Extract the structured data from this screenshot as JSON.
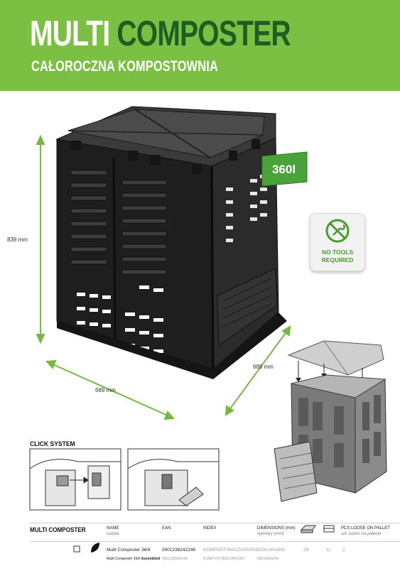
{
  "header": {
    "title_part1": "MULTI",
    "title_part2": "COMPOSTER",
    "subtitle": "CAŁOROCZNA KOMPOSTOWNIA"
  },
  "dimensions": {
    "height": "839 mm",
    "width": "689 mm",
    "depth": "689 mm"
  },
  "badge": {
    "label": "360l"
  },
  "no_tools": {
    "line1": "NO TOOLS",
    "line2": "REQUIRED"
  },
  "click_system": {
    "title": "CLICK SYSTEM"
  },
  "table": {
    "product": "MULTI COMPOSTER",
    "headers": {
      "name": "NAME",
      "name_pl": "nazwa",
      "ean": "EAN",
      "index": "INDEX",
      "dimensions": "DIMENSIONS (mm)",
      "dimensions_pl": "wymiary (mm)",
      "pcs": "PCS LOOSE ON PALLET",
      "pcs_pl": "szt. luzem na palecie"
    },
    "rows": [
      {
        "name": "Multi Composter 360l",
        "ean": "5901238242246",
        "index": "KOMPOST360CZAPG001",
        "dims": "620x140x830",
        "v1": "24",
        "v2": "11",
        "v3": "2"
      },
      {
        "name": "Multi Composter 360l",
        "name_suffix": "Assembled",
        "ean": "5901238242246",
        "index": "KOMPOST360CZAPG001",
        "dims": "689x689x839"
      }
    ]
  },
  "colors": {
    "header_green": "#7cc043",
    "title_dark_green": "#1d5e23",
    "dimension_arrow": "#76b843",
    "product_black": "#1c1c1c"
  }
}
